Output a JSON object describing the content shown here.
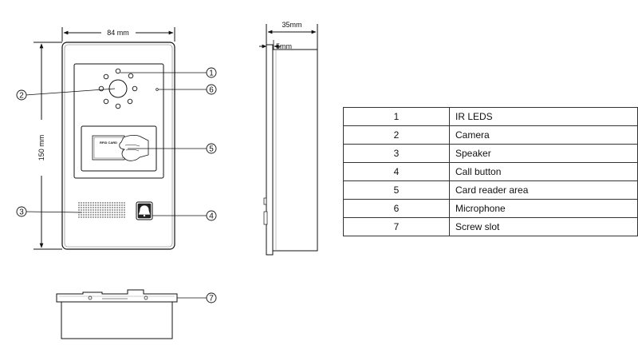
{
  "dimensions": {
    "front_width": "84 mm",
    "front_height": "150 mm",
    "side_depth": "35mm",
    "side_inset": "5mm"
  },
  "callouts": [
    "1",
    "2",
    "3",
    "4",
    "5",
    "6",
    "7"
  ],
  "card_label": "RFID CARD",
  "legend": [
    {
      "num": "1",
      "name": "IR LEDS"
    },
    {
      "num": "2",
      "name": "Camera"
    },
    {
      "num": "3",
      "name": "Speaker"
    },
    {
      "num": "4",
      "name": "Call button"
    },
    {
      "num": "5",
      "name": "Card reader area"
    },
    {
      "num": "6",
      "name": "Microphone"
    },
    {
      "num": "7",
      "name": "Screw slot"
    }
  ]
}
